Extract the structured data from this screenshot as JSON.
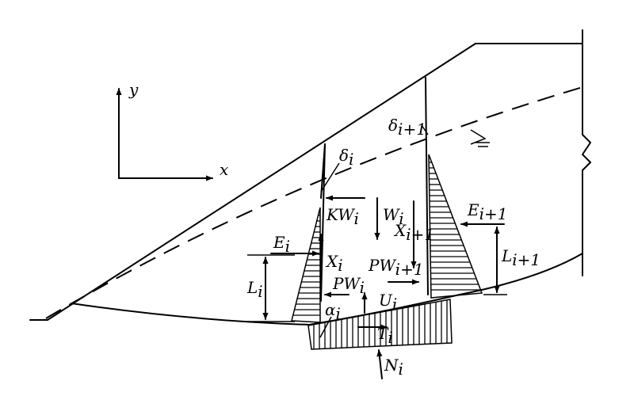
{
  "axes": {
    "x_label": "x",
    "y_label": "y"
  },
  "labels": {
    "delta_i": {
      "base": "δ",
      "sub": "i"
    },
    "delta_i1": {
      "base": "δ",
      "sub": "i+1"
    },
    "KW_i": {
      "base": "KW",
      "sub": "i"
    },
    "W_i": {
      "base": "W",
      "sub": "i"
    },
    "X_i1": {
      "base": "X",
      "sub": "i+1"
    },
    "E_i1": {
      "base": "E",
      "sub": "i+1"
    },
    "E_i": {
      "base": "E",
      "sub": "i"
    },
    "X_i": {
      "base": "X",
      "sub": "i"
    },
    "PW_i1": {
      "base": "PW",
      "sub": "i+1"
    },
    "PW_i": {
      "base": "PW",
      "sub": "i"
    },
    "L_i": {
      "base": "L",
      "sub": "i"
    },
    "L_i1": {
      "base": "L",
      "sub": "i+1"
    },
    "U_i": {
      "base": "U",
      "sub": "i"
    },
    "alpha_i": {
      "base": "α",
      "sub": "i"
    },
    "T_i": {
      "base": "T",
      "sub": "i"
    },
    "N_i": {
      "base": "N",
      "sub": "i"
    }
  }
}
